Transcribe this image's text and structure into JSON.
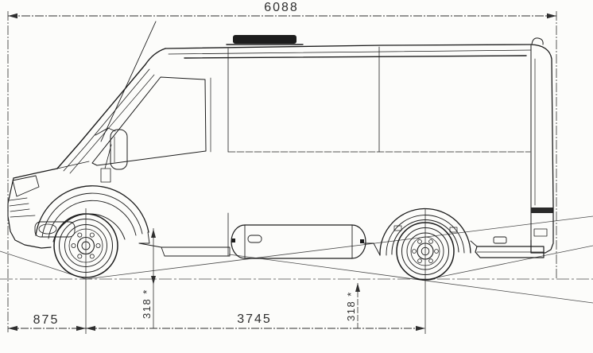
{
  "page": {
    "background": "#fcfcfa",
    "ink": "#1c1c1c",
    "construction_ink": "#4a4a4a",
    "dimension_ink": "#2e2e2e"
  },
  "dimensions": {
    "overall_length": "6088",
    "front_overhang": "875",
    "wheelbase": "3745",
    "clearance_front": "318 *",
    "clearance_rear": "318 *"
  }
}
